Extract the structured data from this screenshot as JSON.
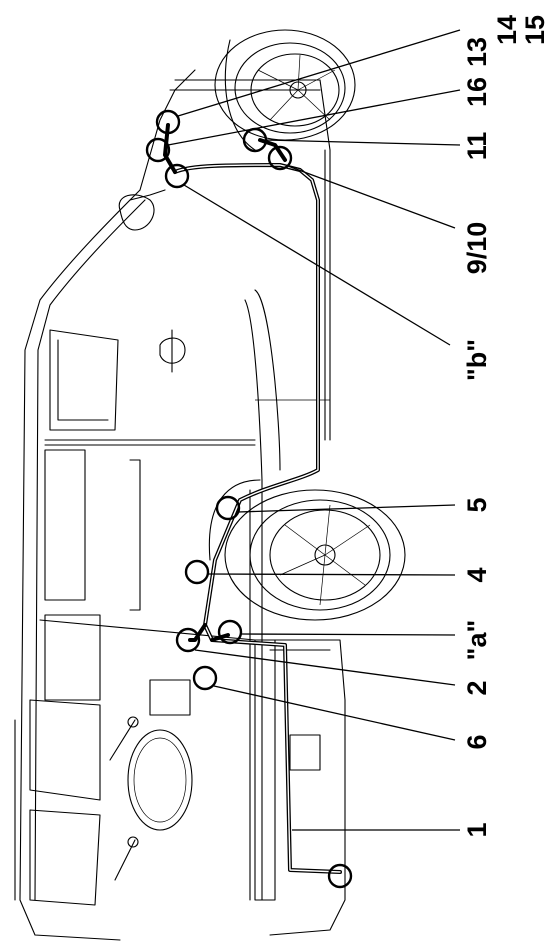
{
  "callouts": [
    {
      "id": "13",
      "text": "13"
    },
    {
      "id": "14",
      "text": "14"
    },
    {
      "id": "15",
      "text": "15"
    },
    {
      "id": "16",
      "text": "16"
    },
    {
      "id": "11",
      "text": "11"
    },
    {
      "id": "9-10",
      "text": "9/10"
    },
    {
      "id": "b",
      "text": "\"b\""
    },
    {
      "id": "5",
      "text": "5"
    },
    {
      "id": "4",
      "text": "4"
    },
    {
      "id": "a",
      "text": "\"a\""
    },
    {
      "id": "2",
      "text": "2"
    },
    {
      "id": "6",
      "text": "6"
    },
    {
      "id": "1",
      "text": "1"
    }
  ]
}
